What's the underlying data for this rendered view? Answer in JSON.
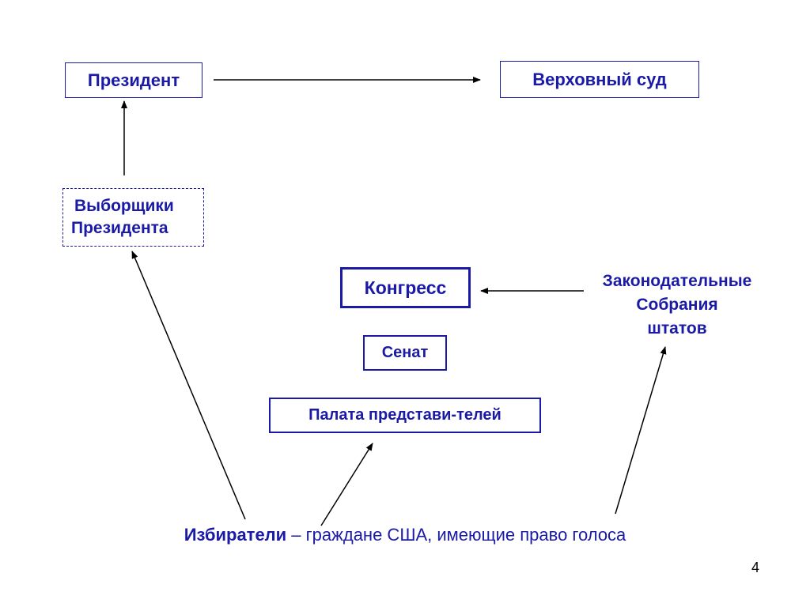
{
  "nodes": {
    "president": "Президент",
    "supreme_court": "Верховный суд",
    "electors_line1": "Выборщики",
    "electors_line2": "Президента",
    "congress": "Конгресс",
    "senate": "Сенат",
    "house": "Палата представи-телей",
    "state_leg_line1": "Законодательные",
    "state_leg_line2": "Собрания",
    "state_leg_line3": "штатов"
  },
  "footer": {
    "bold": "Избиратели",
    "rest": " – граждане США, имеющие право голоса"
  },
  "page_number": "4",
  "colors": {
    "text": "#1a1aa6",
    "arrow": "#000000"
  }
}
